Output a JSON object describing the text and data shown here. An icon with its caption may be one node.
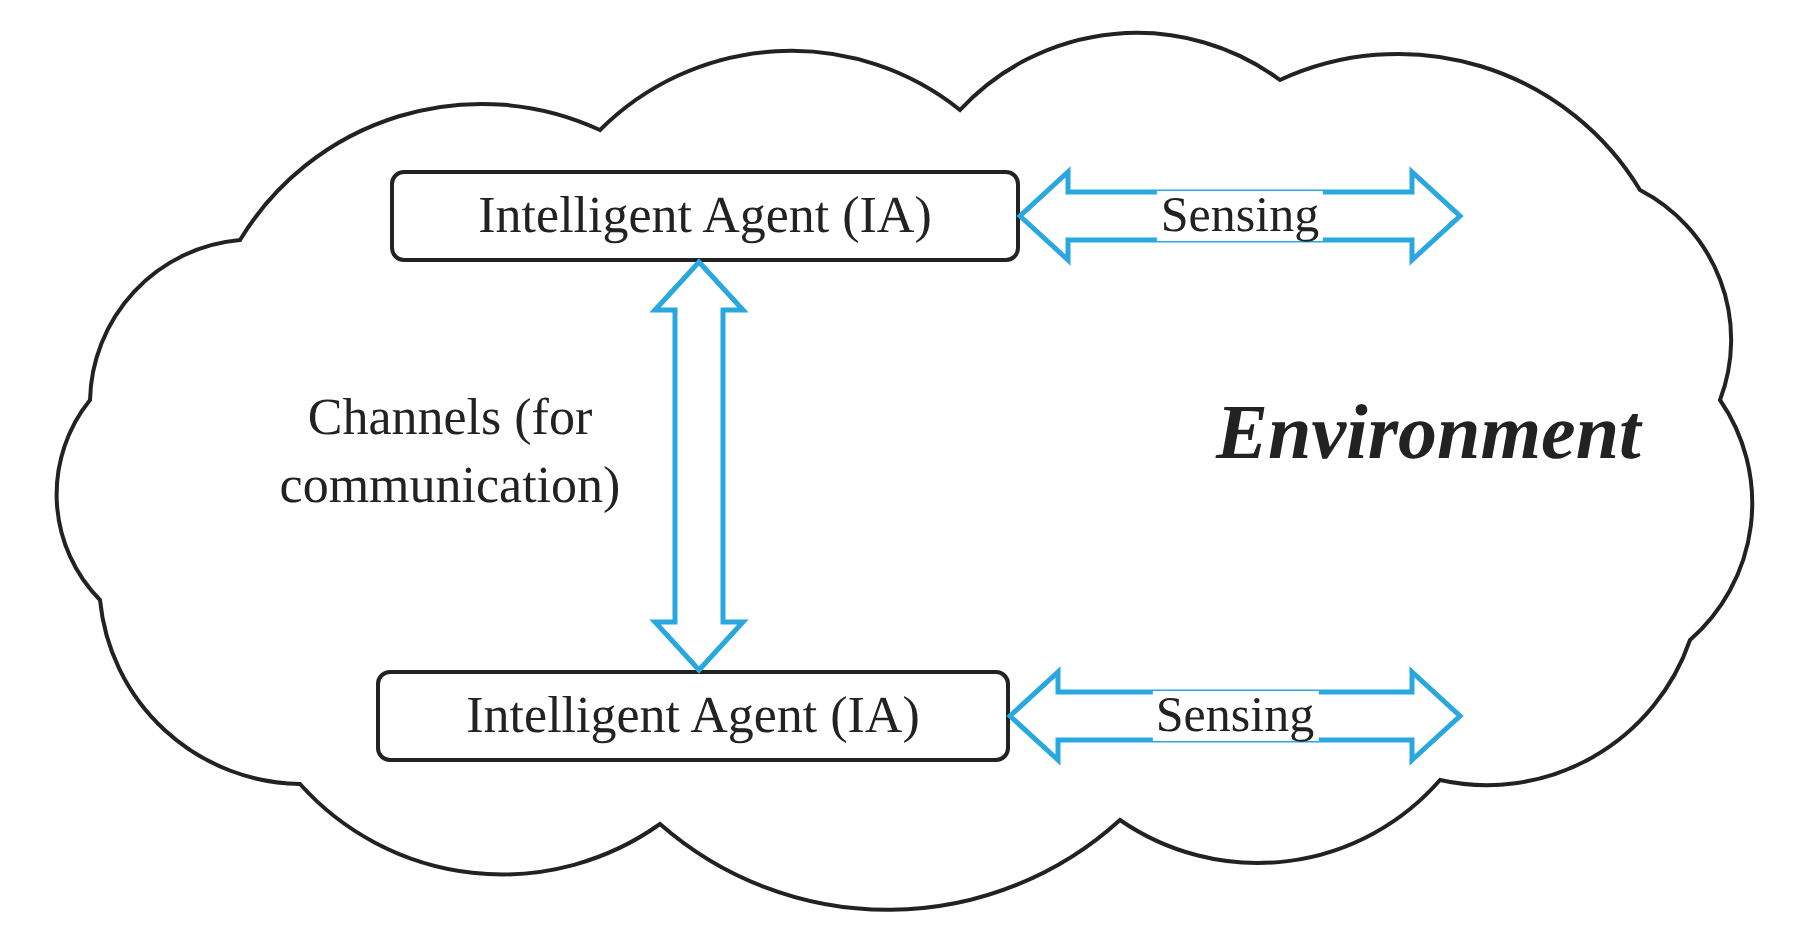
{
  "diagram": {
    "nodes": [
      {
        "text": [
          "Environment"
        ]
      },
      {
        "text": [
          "Intelligent Agent (IA)"
        ],
        "in": 0
      },
      {
        "text": [
          "Intelligent Agent (IA)"
        ],
        "in": 0
      }
    ],
    "edges": [
      {
        "from": 1,
        "to": null,
        "arrow": "both",
        "label": "Sensing"
      },
      {
        "from": 1,
        "to": 2,
        "arrow": "both"
      },
      {
        "from": 2,
        "to": null,
        "arrow": "both",
        "label": "Sensing"
      }
    ],
    "labels": [
      "Channels (for communication)"
    ]
  }
}
